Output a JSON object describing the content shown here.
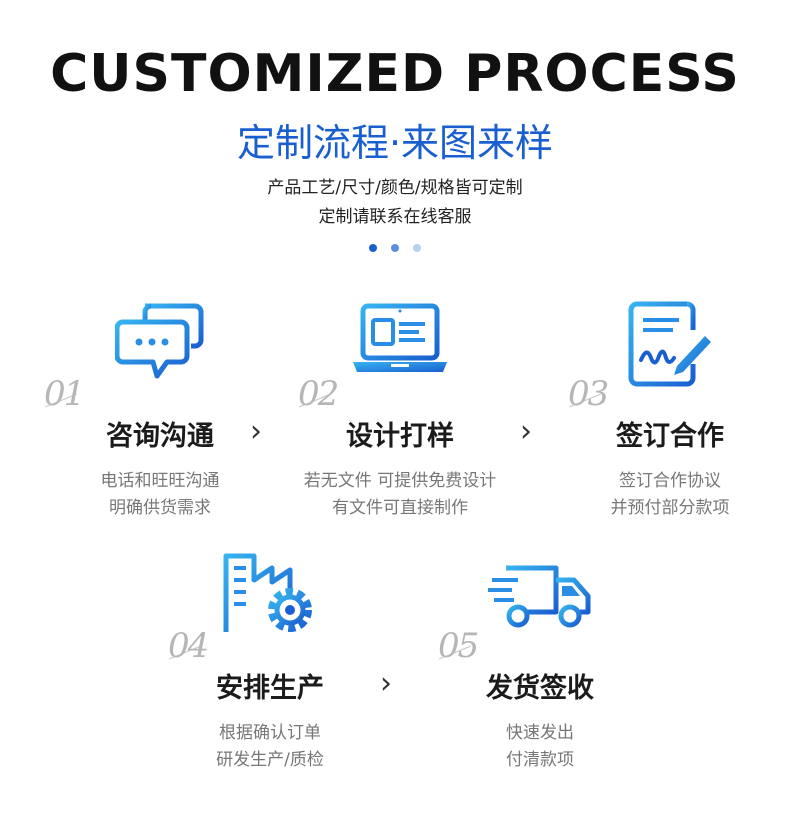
{
  "header": {
    "title_en": "CUSTOMIZED PROCESS",
    "title_cn": "定制流程·来图来样",
    "desc_line1": "产品工艺/尺寸/颜色/规格皆可定制",
    "desc_line2": "定制请联系在线客服"
  },
  "colors": {
    "accent": "#1a5fd0",
    "gradient_start": "#36b4f0",
    "gradient_end": "#1a5fd0",
    "dot_active": "#1a5fd0",
    "dot_mid": "#5b8fe0",
    "dot_light": "#b8d0f3"
  },
  "steps": [
    {
      "number": "01",
      "title": "咨询沟通",
      "line1": "电话和旺旺沟通",
      "line2": "明确供货需求",
      "icon": "chat-bubbles-icon"
    },
    {
      "number": "02",
      "title": "设计打样",
      "line1": "若无文件 可提供免费设计",
      "line2": "有文件可直接制作",
      "icon": "laptop-design-icon"
    },
    {
      "number": "03",
      "title": "签订合作",
      "line1": "签订合作协议",
      "line2": "并预付部分款项",
      "icon": "contract-sign-icon"
    },
    {
      "number": "04",
      "title": "安排生产",
      "line1": "根据确认订单",
      "line2": "研发生产/质检",
      "icon": "factory-gear-icon"
    },
    {
      "number": "05",
      "title": "发货签收",
      "line1": "快速发出",
      "line2": "付清款项",
      "icon": "delivery-truck-icon"
    }
  ],
  "arrow_glyph": "›"
}
